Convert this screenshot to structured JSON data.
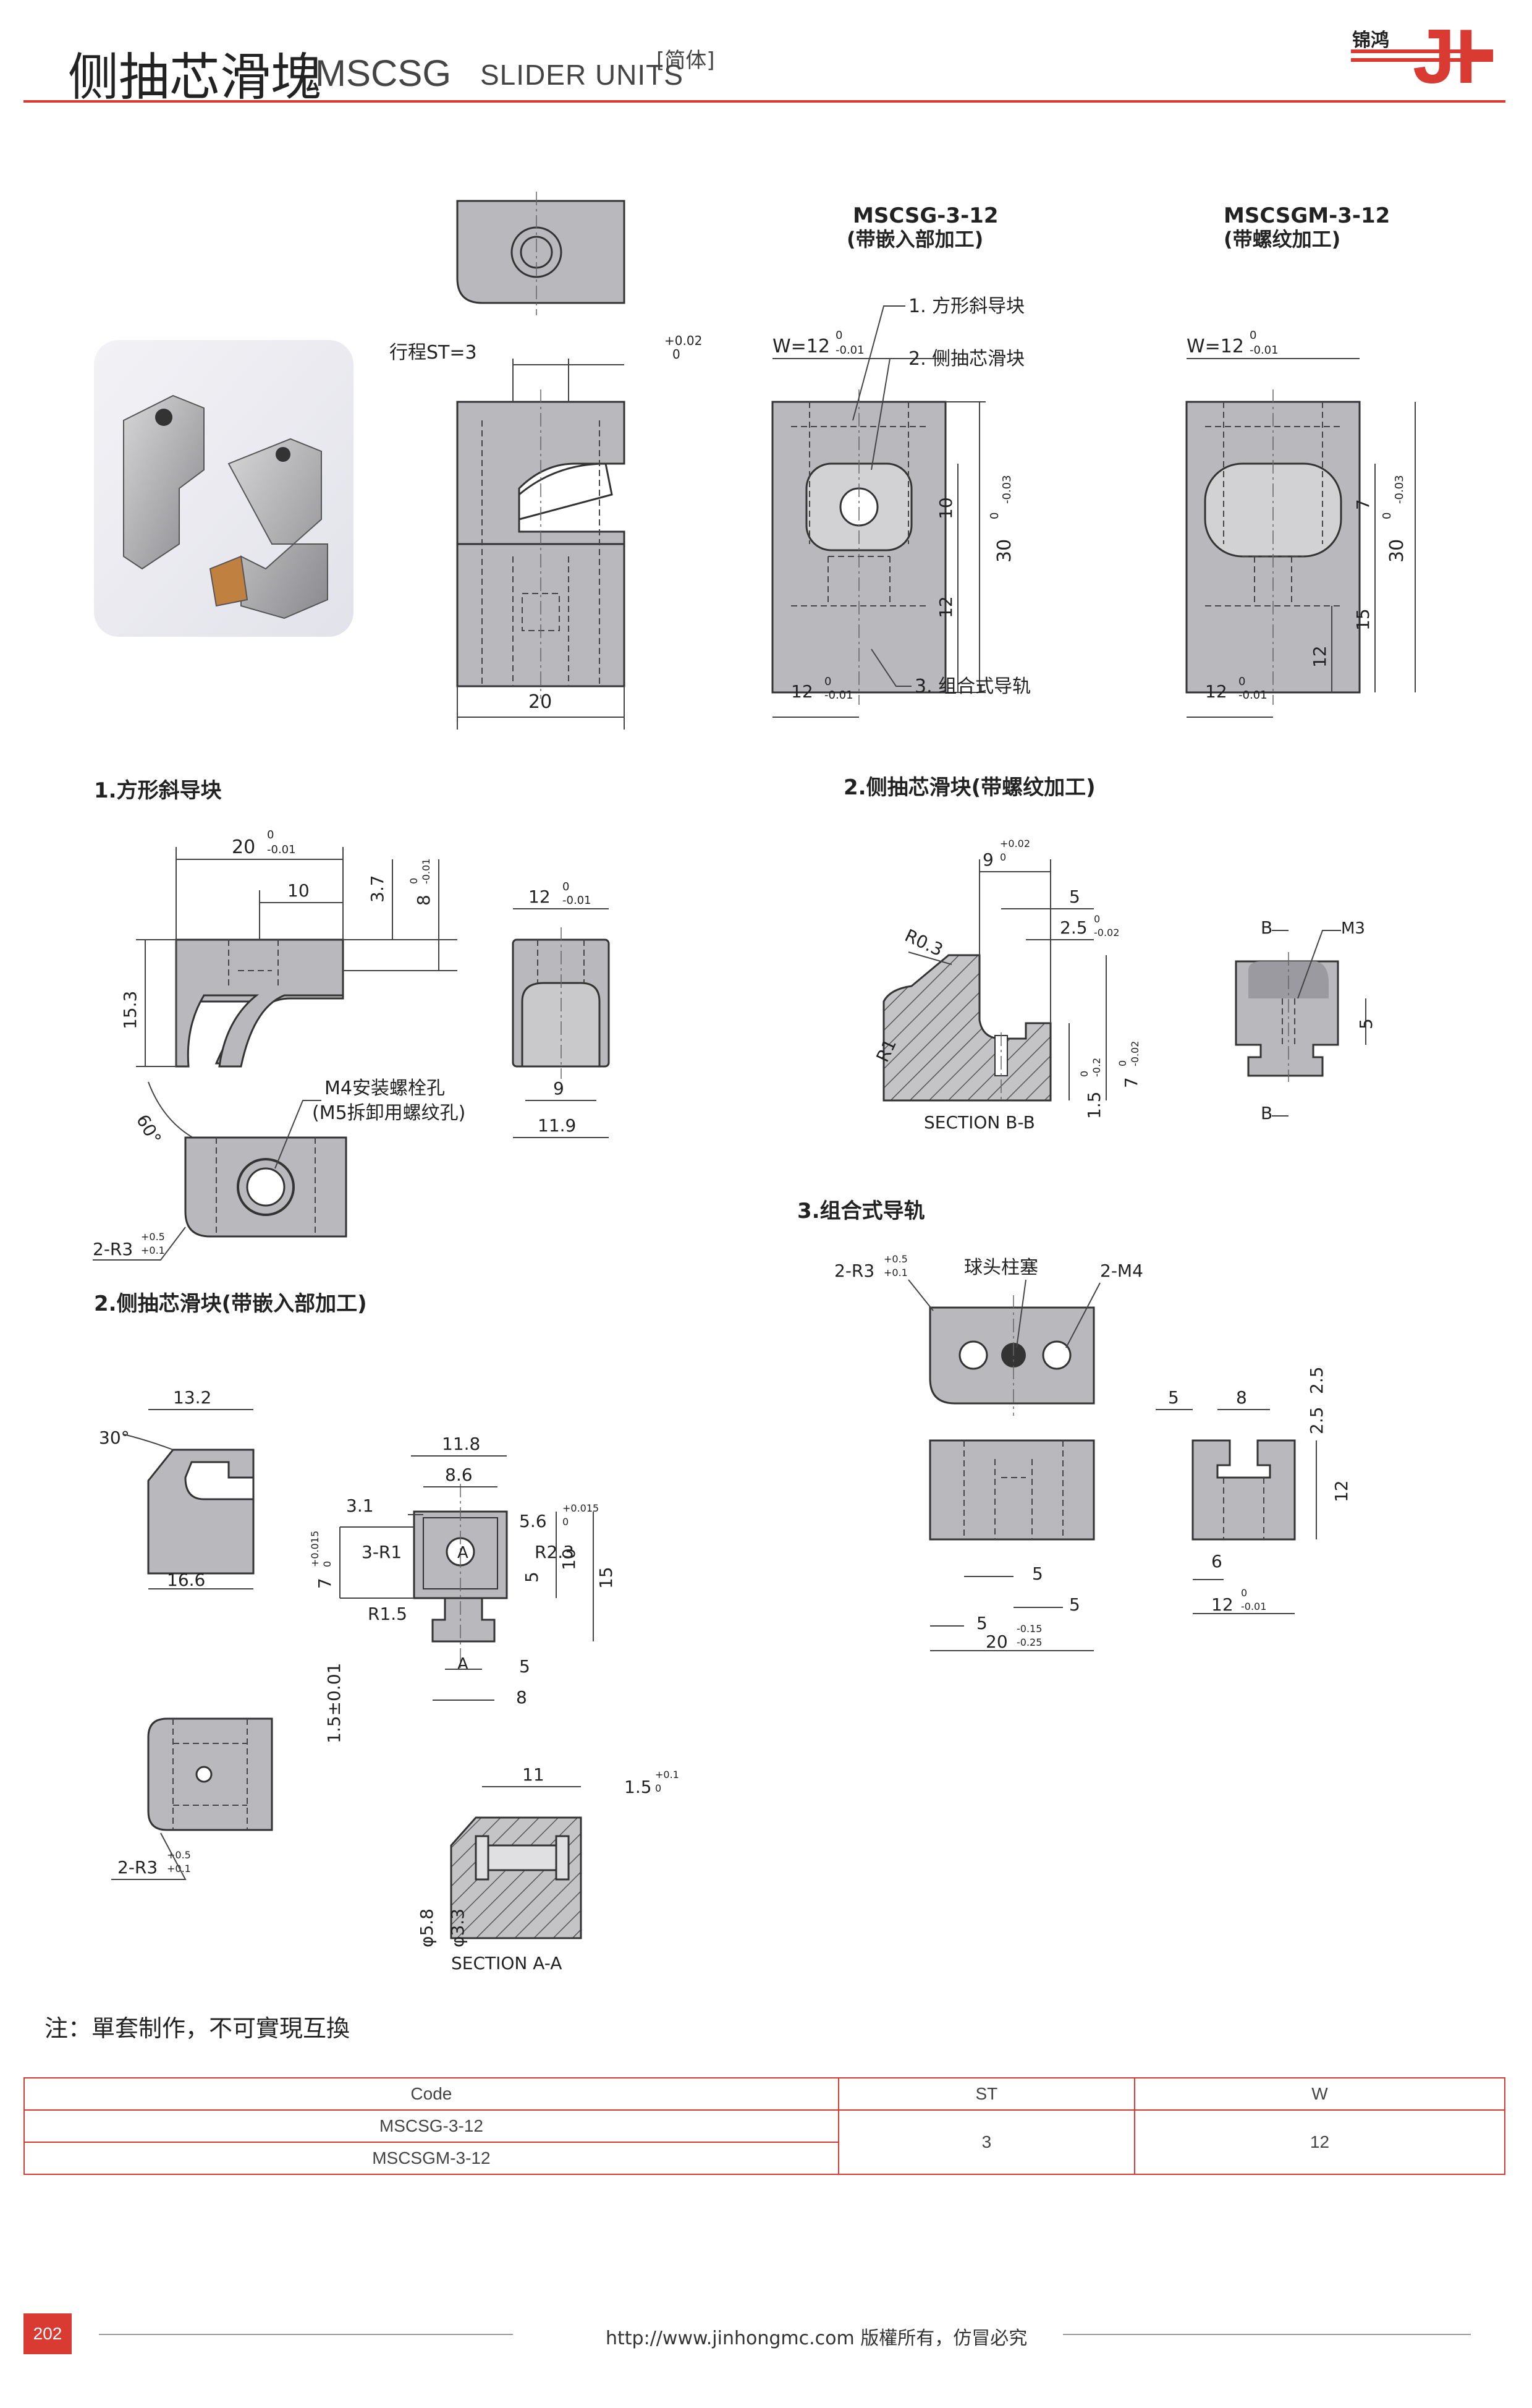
{
  "header": {
    "title_cn": "侧抽芯滑塊",
    "code": "MSCSG",
    "subtitle": "SLIDER UNITS",
    "lang": "[简体]",
    "logo_text": "锦鸿",
    "logo_mark": "JH"
  },
  "drawing": {
    "models": [
      "MSCSG-3-12",
      "MSCSGM-3-12"
    ],
    "model_notes": [
      "(带嵌入部加工)",
      "(带螺纹加工)"
    ],
    "overview_labels": {
      "stroke": "行程ST=3",
      "stroke_tol": [
        "+0.02",
        "0"
      ],
      "width_20": "20",
      "w12": "W=12",
      "w12_tol": [
        "0",
        "-0.01"
      ],
      "h30": "30",
      "h30_tol": [
        "0",
        "-0.03"
      ],
      "dim10": "10",
      "dim12": "12",
      "dim7": "7",
      "dim15": "15",
      "base12": "12",
      "base12_tol": [
        "0",
        "-0.01"
      ],
      "callout1": "1. 方形斜导块",
      "callout2": "2. 侧抽芯滑块",
      "callout3": "3. 组合式导轨"
    },
    "section_titles": [
      "1.方形斜导块",
      "2.侧抽芯滑块(带螺纹加工)",
      "2.侧抽芯滑块(带嵌入部加工)",
      "3.组合式导轨"
    ],
    "part1_labels": {
      "d20": "20",
      "d20_tol": [
        "0",
        "-0.01"
      ],
      "d10": "10",
      "d3_7": "3.7",
      "d8": "8",
      "d8_tol": [
        "0",
        "-0.01"
      ],
      "d15_3": "15.3",
      "angle60": "60°",
      "d12": "12",
      "d12_tol": [
        "0",
        "-0.01"
      ],
      "d9": "9",
      "d11_9": "11.9",
      "hole1": "M4安装螺栓孔",
      "hole2": "(M5拆卸用螺纹孔)",
      "r3": "2-R3",
      "r3_tol": [
        "+0.5",
        "+0.1"
      ]
    },
    "part2m_labels": {
      "d9": "9",
      "d9_tol": [
        "+0.02",
        "0"
      ],
      "d5": "5",
      "d2_5": "2.5",
      "d2_5_tol": [
        "0",
        "-0.02"
      ],
      "r03": "R0.3",
      "r1": "R1",
      "d1_5": "1.5",
      "d1_5_tol": [
        "0",
        "-0.2"
      ],
      "d7": "7",
      "d7_tol": [
        "0",
        "-0.02"
      ],
      "section": "SECTION B-B",
      "b": "B",
      "m3": "M3",
      "d5b": "5"
    },
    "part2e_labels": {
      "d13_2": "13.2",
      "angle30": "30°",
      "d16_6": "16.6",
      "d11_8": "11.8",
      "d8_6": "8.6",
      "d3_1": "3.1",
      "d5_6": "5.6",
      "d5_6_tol": [
        "+0.015",
        "0"
      ],
      "r1_3": "3-R1",
      "a": "A",
      "r2_3": "R2.3",
      "d7": "7",
      "d7_tol": [
        "+0.015",
        "0"
      ],
      "d5": "5",
      "d10": "10",
      "d15": "15",
      "r1_5": "R1.5",
      "d5b": "5",
      "d8": "8",
      "d1_5_pm": "1.5±0.01",
      "r3": "2-R3",
      "r3_tol": [
        "+0.5",
        "+0.1"
      ],
      "d11": "11",
      "d1_5": "1.5",
      "d1_5_tol": [
        "+0.1",
        "0"
      ],
      "phi5_8": "φ5.8",
      "phi3_3": "φ3.3",
      "section": "SECTION A-A"
    },
    "part3_labels": {
      "r3": "2-R3",
      "r3_tol": [
        "+0.5",
        "+0.1"
      ],
      "ball": "球头柱塞",
      "m4": "2-M4",
      "d5": "5",
      "d8": "8",
      "d2_5a": "2.5",
      "d2_5b": "2.5",
      "d12": "12",
      "d5a": "5",
      "d5b": "5",
      "d5c": "5",
      "d6": "6",
      "d12b": "12",
      "d12b_tol": [
        "0",
        "-0.01"
      ],
      "d20": "20",
      "d20_tol": [
        "-0.15",
        "-0.25"
      ]
    }
  },
  "note": "注：單套制作，不可實現互換",
  "table": {
    "headers": [
      "Code",
      "ST",
      "W"
    ],
    "rows": [
      {
        "code": "MSCSG-3-12"
      },
      {
        "code": "MSCSGM-3-12"
      }
    ],
    "st": "3",
    "w": "12"
  },
  "footer": {
    "page": "202",
    "text": "http://www.jinhongmc.com 版權所有，仿冒必究"
  },
  "colors": {
    "accent": "#d93a32",
    "part_fill": "#b9b9bd"
  }
}
